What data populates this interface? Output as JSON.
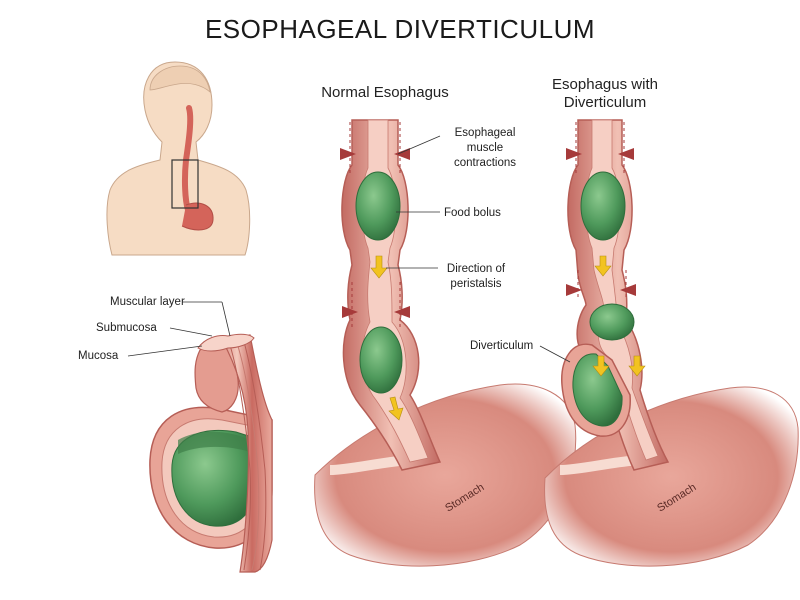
{
  "title": "ESOPHAGEAL DIVERTICULUM",
  "panels": {
    "normal": {
      "heading": "Normal Esophagus"
    },
    "diverticulum": {
      "heading_line1": "Esophagus with",
      "heading_line2": "Diverticulum"
    }
  },
  "labels": {
    "muscle_line1": "Esophageal",
    "muscle_line2": "muscle",
    "muscle_line3": "contractions",
    "food_bolus": "Food bolus",
    "direction_line1": "Direction of",
    "direction_line2": "peristalsis",
    "diverticulum": "Diverticulum",
    "muscular_layer": "Muscular layer",
    "submucosa": "Submucosa",
    "mucosa": "Mucosa",
    "stomach_normal": "Stomach",
    "stomach_divert": "Stomach"
  },
  "colors": {
    "tissue": "#d98a80",
    "tissue_dark": "#b85a55",
    "tissue_light": "#f2c2b6",
    "bolus": "#4f9a5c",
    "bolus_dark": "#2f6e3c",
    "arrow_yellow": "#f2c320",
    "skin": "#f6dcc4",
    "contraction": "#a63a3a"
  }
}
